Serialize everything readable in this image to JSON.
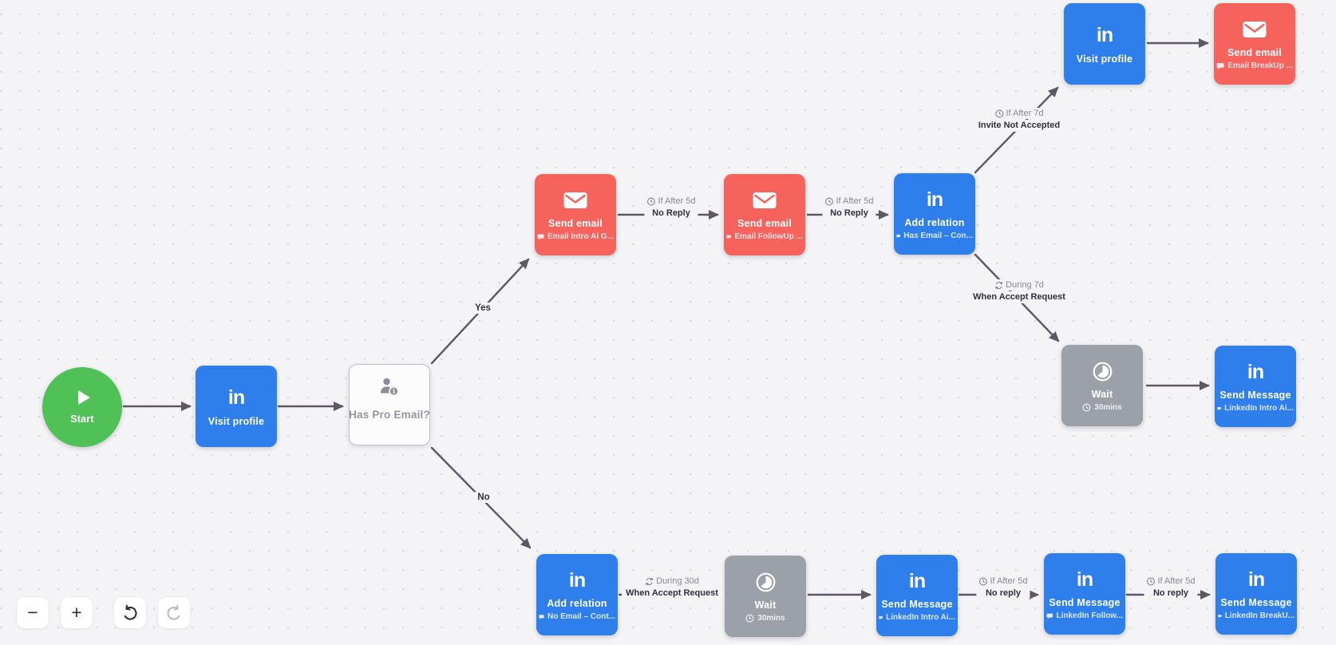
{
  "palette": {
    "canvas_bg": "#f4f4f6",
    "node_blue": "#2e7fec",
    "node_red": "#f6625c",
    "node_gray": "#9ca0a8",
    "start_green": "#50c157",
    "edge_color": "#5e5766",
    "label_muted": "#8a8795",
    "label_dark": "#332e3e"
  },
  "icons": {
    "linkedin_glyph": "in",
    "start": "play-icon",
    "send_email": "envelope-icon",
    "has_pro_email": "person-info-icon",
    "wait": "pie-clock-icon",
    "subtitle": "chat-bubble-icon",
    "delay_condition": "clock-icon",
    "during_condition": "repeat-icon"
  },
  "nodes": {
    "start": {
      "title": "Start"
    },
    "visit_profile_1": {
      "title": "Visit profile"
    },
    "has_pro_email": {
      "title": "Has Pro Email?"
    },
    "send_email_intro": {
      "title": "Send email",
      "subtitle": "Email Intro Ai G..."
    },
    "send_email_followup": {
      "title": "Send email",
      "subtitle": "Email FollowUp ..."
    },
    "add_relation_has_email": {
      "title": "Add relation",
      "subtitle": "Has Email – Con..."
    },
    "visit_profile_2": {
      "title": "Visit profile"
    },
    "send_email_breakup": {
      "title": "Send email",
      "subtitle": "Email BreakUp ..."
    },
    "wait_after_accept": {
      "title": "Wait",
      "subtitle": "30mins"
    },
    "send_message_intro_accept": {
      "title": "Send Message",
      "subtitle": "LinkedIn Intro Ai..."
    },
    "add_relation_no_email": {
      "title": "Add relation",
      "subtitle": "No Email – Cont..."
    },
    "wait_no_email": {
      "title": "Wait",
      "subtitle": "30mins"
    },
    "send_message_intro": {
      "title": "Send Message",
      "subtitle": "LinkedIn Intro Ai..."
    },
    "send_message_follow": {
      "title": "Send Message",
      "subtitle": "LinkedIn Follow..."
    },
    "send_message_breakup": {
      "title": "Send Message",
      "subtitle": "LinkedIn BreakU..."
    }
  },
  "labels": {
    "branch_yes": "Yes",
    "branch_no": "No",
    "if_after_5d_no_reply_1": {
      "condition": "If After 5d",
      "event": "No Reply"
    },
    "if_after_5d_no_reply_2": {
      "condition": "If After 5d",
      "event": "No Reply"
    },
    "if_after_7d_invite": {
      "condition": "If After 7d",
      "event": "Invite Not Accepted"
    },
    "during_7d_accept": {
      "condition": "During 7d",
      "event": "When Accept Request"
    },
    "during_30d_accept": {
      "condition": "During 30d",
      "event": "When Accept Request"
    },
    "if_after_5d_no_reply_3": {
      "condition": "If After 5d",
      "event": "No reply"
    },
    "if_after_5d_no_reply_4": {
      "condition": "If After 5d",
      "event": "No reply"
    }
  },
  "controls": {
    "zoom_out_label": "−",
    "zoom_in_label": "+"
  }
}
